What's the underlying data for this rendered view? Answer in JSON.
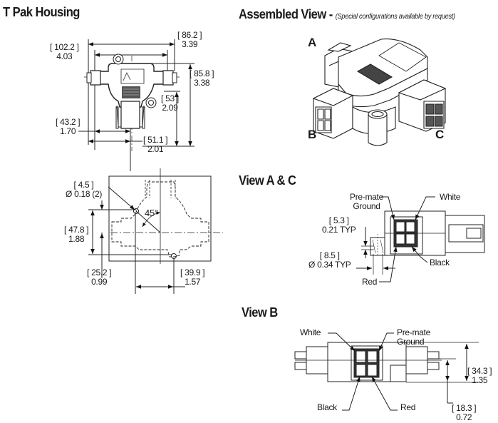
{
  "titles": {
    "tpak": "T Pak Housing",
    "assembled": "Assembled View -",
    "assembled_note": "(Special configurations available by request)",
    "view_ac": "View A & C",
    "view_b": "View B"
  },
  "assembled_labels": {
    "a": "A",
    "b": "B",
    "c": "C"
  },
  "tpak_top_dims": {
    "d102": {
      "mm": "[ 102.2 ]",
      "in": "4.03"
    },
    "d86": {
      "mm": "[ 86.2 ]",
      "in": "3.39"
    },
    "d85": {
      "mm": "[ 85.8 ]",
      "in": "3.38"
    },
    "d53": {
      "mm": "[ 53 ]",
      "in": "2.09"
    },
    "d43": {
      "mm": "[ 43.2 ]",
      "in": "1.70"
    },
    "d51": {
      "mm": "[ 51.1 ]",
      "in": "2.01"
    }
  },
  "tpak_mount_dims": {
    "hole": {
      "mm": "[ 4.5 ]",
      "in": "Ø  0.18 (2)"
    },
    "angle": "45°",
    "d47": {
      "mm": "[ 47.8 ]",
      "in": "1.88"
    },
    "d25": {
      "mm": "[ 25.2 ]",
      "in": "0.99"
    },
    "d39": {
      "mm": "[ 39.9 ]",
      "in": "1.57"
    }
  },
  "view_ac": {
    "premate": "Pre-mate",
    "ground": "Ground",
    "white": "White",
    "black": "Black",
    "red": "Red",
    "d53": {
      "mm": "[ 5.3 ]",
      "in": "0.21  TYP"
    },
    "d85": {
      "mm": "[ 8.5 ]",
      "in": "Ø  0.34 TYP"
    }
  },
  "view_b": {
    "white": "White",
    "premate": "Pre-mate",
    "ground": "Ground",
    "black": "Black",
    "red": "Red",
    "d34": {
      "mm": "[ 34.3 ]",
      "in": "1.35"
    },
    "d18": {
      "mm": "[ 18.3 ]",
      "in": "0.72"
    }
  }
}
